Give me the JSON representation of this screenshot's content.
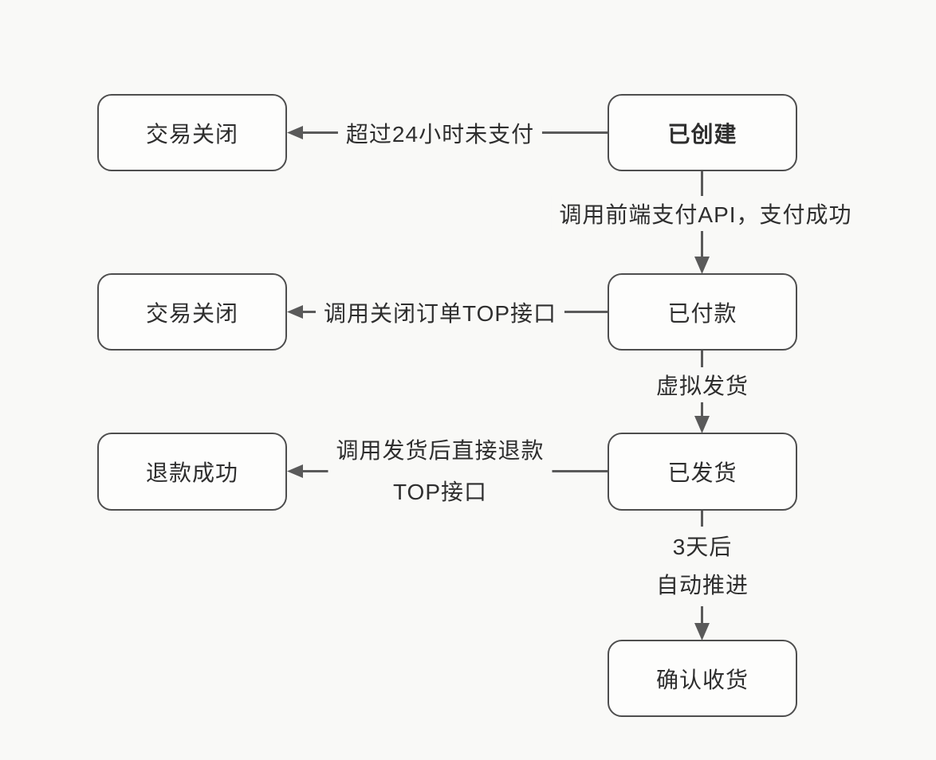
{
  "colors": {
    "page_bg": "#f9f9f7",
    "node_bg": "#fdfdfc",
    "node_border": "#4e4e4e",
    "connector": "#5a5a5a",
    "text": "#2e2e2e"
  },
  "nodes": {
    "created": {
      "label": "已创建"
    },
    "closed_top": {
      "label": "交易关闭"
    },
    "paid": {
      "label": "已付款"
    },
    "closed_mid": {
      "label": "交易关闭"
    },
    "shipped": {
      "label": "已发货"
    },
    "refunded": {
      "label": "退款成功"
    },
    "confirmed": {
      "label": "确认收货"
    }
  },
  "edges": {
    "created_to_closed": {
      "label": "超过24小时未支付"
    },
    "created_to_paid": {
      "label": "调用前端支付API，支付成功"
    },
    "paid_to_closed": {
      "label": "调用关闭订单TOP接口"
    },
    "paid_to_shipped": {
      "label": "虚拟发货"
    },
    "shipped_to_refunded": {
      "line1": "调用发货后直接退款",
      "line2": "TOP接口"
    },
    "shipped_to_confirmed": {
      "line1": "3天后",
      "line2": "自动推进"
    }
  }
}
